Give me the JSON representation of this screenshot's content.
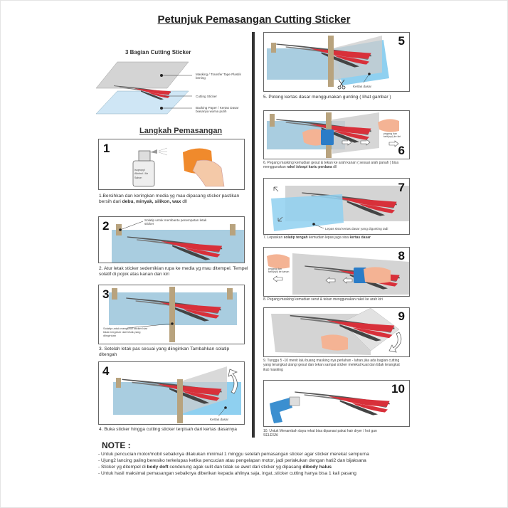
{
  "title": "Petunjuk Pemasangan Cutting Sticker",
  "parts": {
    "heading": "3 Bagian Cutting Sticker",
    "masking": "Masking / Transfer Tape Plastik bening",
    "cutting": "Cutting Sticker",
    "backing": "Backing Paper / Kertas Dasar biasanya warna putih"
  },
  "steps_heading": "Langkah Pemasangan",
  "colors": {
    "blue_media": "#a9cde0",
    "stripe_red": "#d8303a",
    "tape": "#b8a37e",
    "masking": "#c8c8c8"
  },
  "steps": [
    {
      "num": "1",
      "bottle_label": "Isopropyl Alkohol / Air Sabun",
      "cap_a": "1.Bersihkan dan keringkan media yg mau dipasang sticker pastikan bersih dari ",
      "cap_bold": "debu, minyak, silikon, wax",
      "cap_b": " dll"
    },
    {
      "num": "2",
      "label": "Solatip untuk membantu penempatan letak sticker",
      "cap_a": "2. Atur letak sticker sedemikian rupa ke media yg mau ditempel. Tempel solatif di pojok atas kanan dan kiri",
      "cap_bold": "",
      "cap_b": ""
    },
    {
      "num": "3",
      "label": "Solatip untuk mengunci sticker biar tidak bergeser dari letak yang diinginkan",
      "cap_a": "3. Setelah letak pas sesuai yang diinginkan Tambahkan solatip ditengah",
      "cap_bold": "",
      "cap_b": ""
    },
    {
      "num": "4",
      "label": "Kertas dasar",
      "cap_a": "4. Buka sticker hingga cutting sticker terpisah dari kertas dasarnya",
      "cap_bold": "",
      "cap_b": ""
    },
    {
      "num": "5",
      "label": "Kertas dasar",
      "cap_a": "5. Potong kertas dasar menggunakan gunting ( lihat gambar )",
      "cap_bold": "",
      "cap_b": ""
    },
    {
      "num": "6",
      "label": "pegang dan tarik(nyi) ke kiri",
      "cap_a": "6. Pegang masking kemudian gesut & tekan ke arah kanan ( sesuai arah panah ) bisa menggunakan ",
      "cap_bold": "rakel /skrapi kartu perdana",
      "cap_b": " dll"
    },
    {
      "num": "7",
      "label": "Lepas sisa kertas dasar yang digunting tadi",
      "cap_a": "7. Lepaskan ",
      "cap_bold": "solatip tengah",
      "cap_b": " kemudian lepas juga sisa ",
      "cap_bold2": "kertas dasar"
    },
    {
      "num": "8",
      "label": "pegang dan tarik(nyi) ke kanan",
      "cap_a": "8. Pegang masking kemudian serut & tekan menggunakan rakel ke arah kiri",
      "cap_bold": "",
      "cap_b": ""
    },
    {
      "num": "9",
      "cap_a": "9. Tunggu 5 -10 menit lalu buang masking nya perlahan - lahan jika ada bagian cutting yang terangkat  ulangi gesut dan tekan sampai sticker melekat kuat dan tidak terangkat ikut masking",
      "cap_bold": "",
      "cap_b": ""
    },
    {
      "num": "10",
      "cap_a": "10. Untuk Menambah daya rekat bisa dipanasi pakai hair dryer / hot gun",
      "cap_line2": "SELESAI"
    }
  ],
  "note": {
    "heading": "NOTE :",
    "items": [
      {
        "a": "- Untuk pencucian motor/mobil sebaiknya dilakukan minimal 1 minggu setelah pemasangan sticker agar sticker merekat sempurna"
      },
      {
        "a": "- Ujung2 lancing paling beresiko terkelupas ketika pencucian atau pengelapan motor, jadi perlakukan dengan hati2 dan bijaksana"
      },
      {
        "a": "- Sticker yg ditempel di ",
        "b1": "body doft",
        "c": " cenderung agak sulit dan tidak se awet dari sticker yg dipasang ",
        "b2": "dibody halus"
      },
      {
        "a": "- Untuk hasil maksimal pemasangan sebaiknya diberikan kepada ahlinya saja, ingat..sticker cutting hanya bisa 1 kali pasang"
      }
    ]
  }
}
